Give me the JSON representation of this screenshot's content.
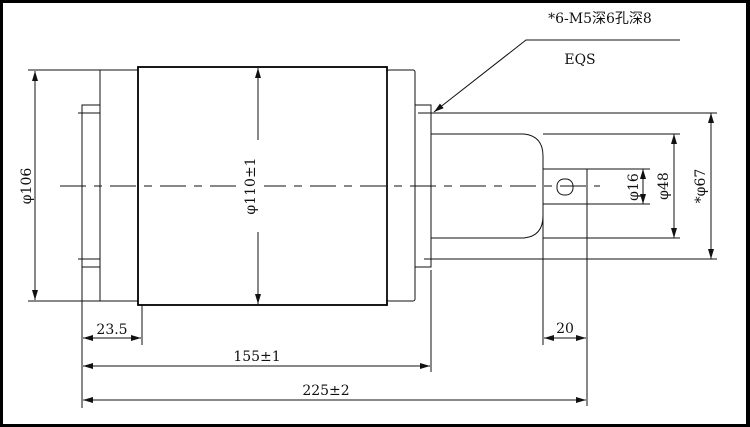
{
  "annotations": {
    "thread_note": "*6-M5深6孔深8",
    "terminal_label": "EQS"
  },
  "dimensions": {
    "flange_diameter": "φ106",
    "body_diameter": "φ110±1",
    "pin_diameter": "φ16",
    "shaft_diameter": "φ48",
    "terminal_diameter": "*φ67",
    "flange_offset": "23.5",
    "pin_length": "20",
    "body_length": "155±1",
    "overall_length": "225±2"
  }
}
